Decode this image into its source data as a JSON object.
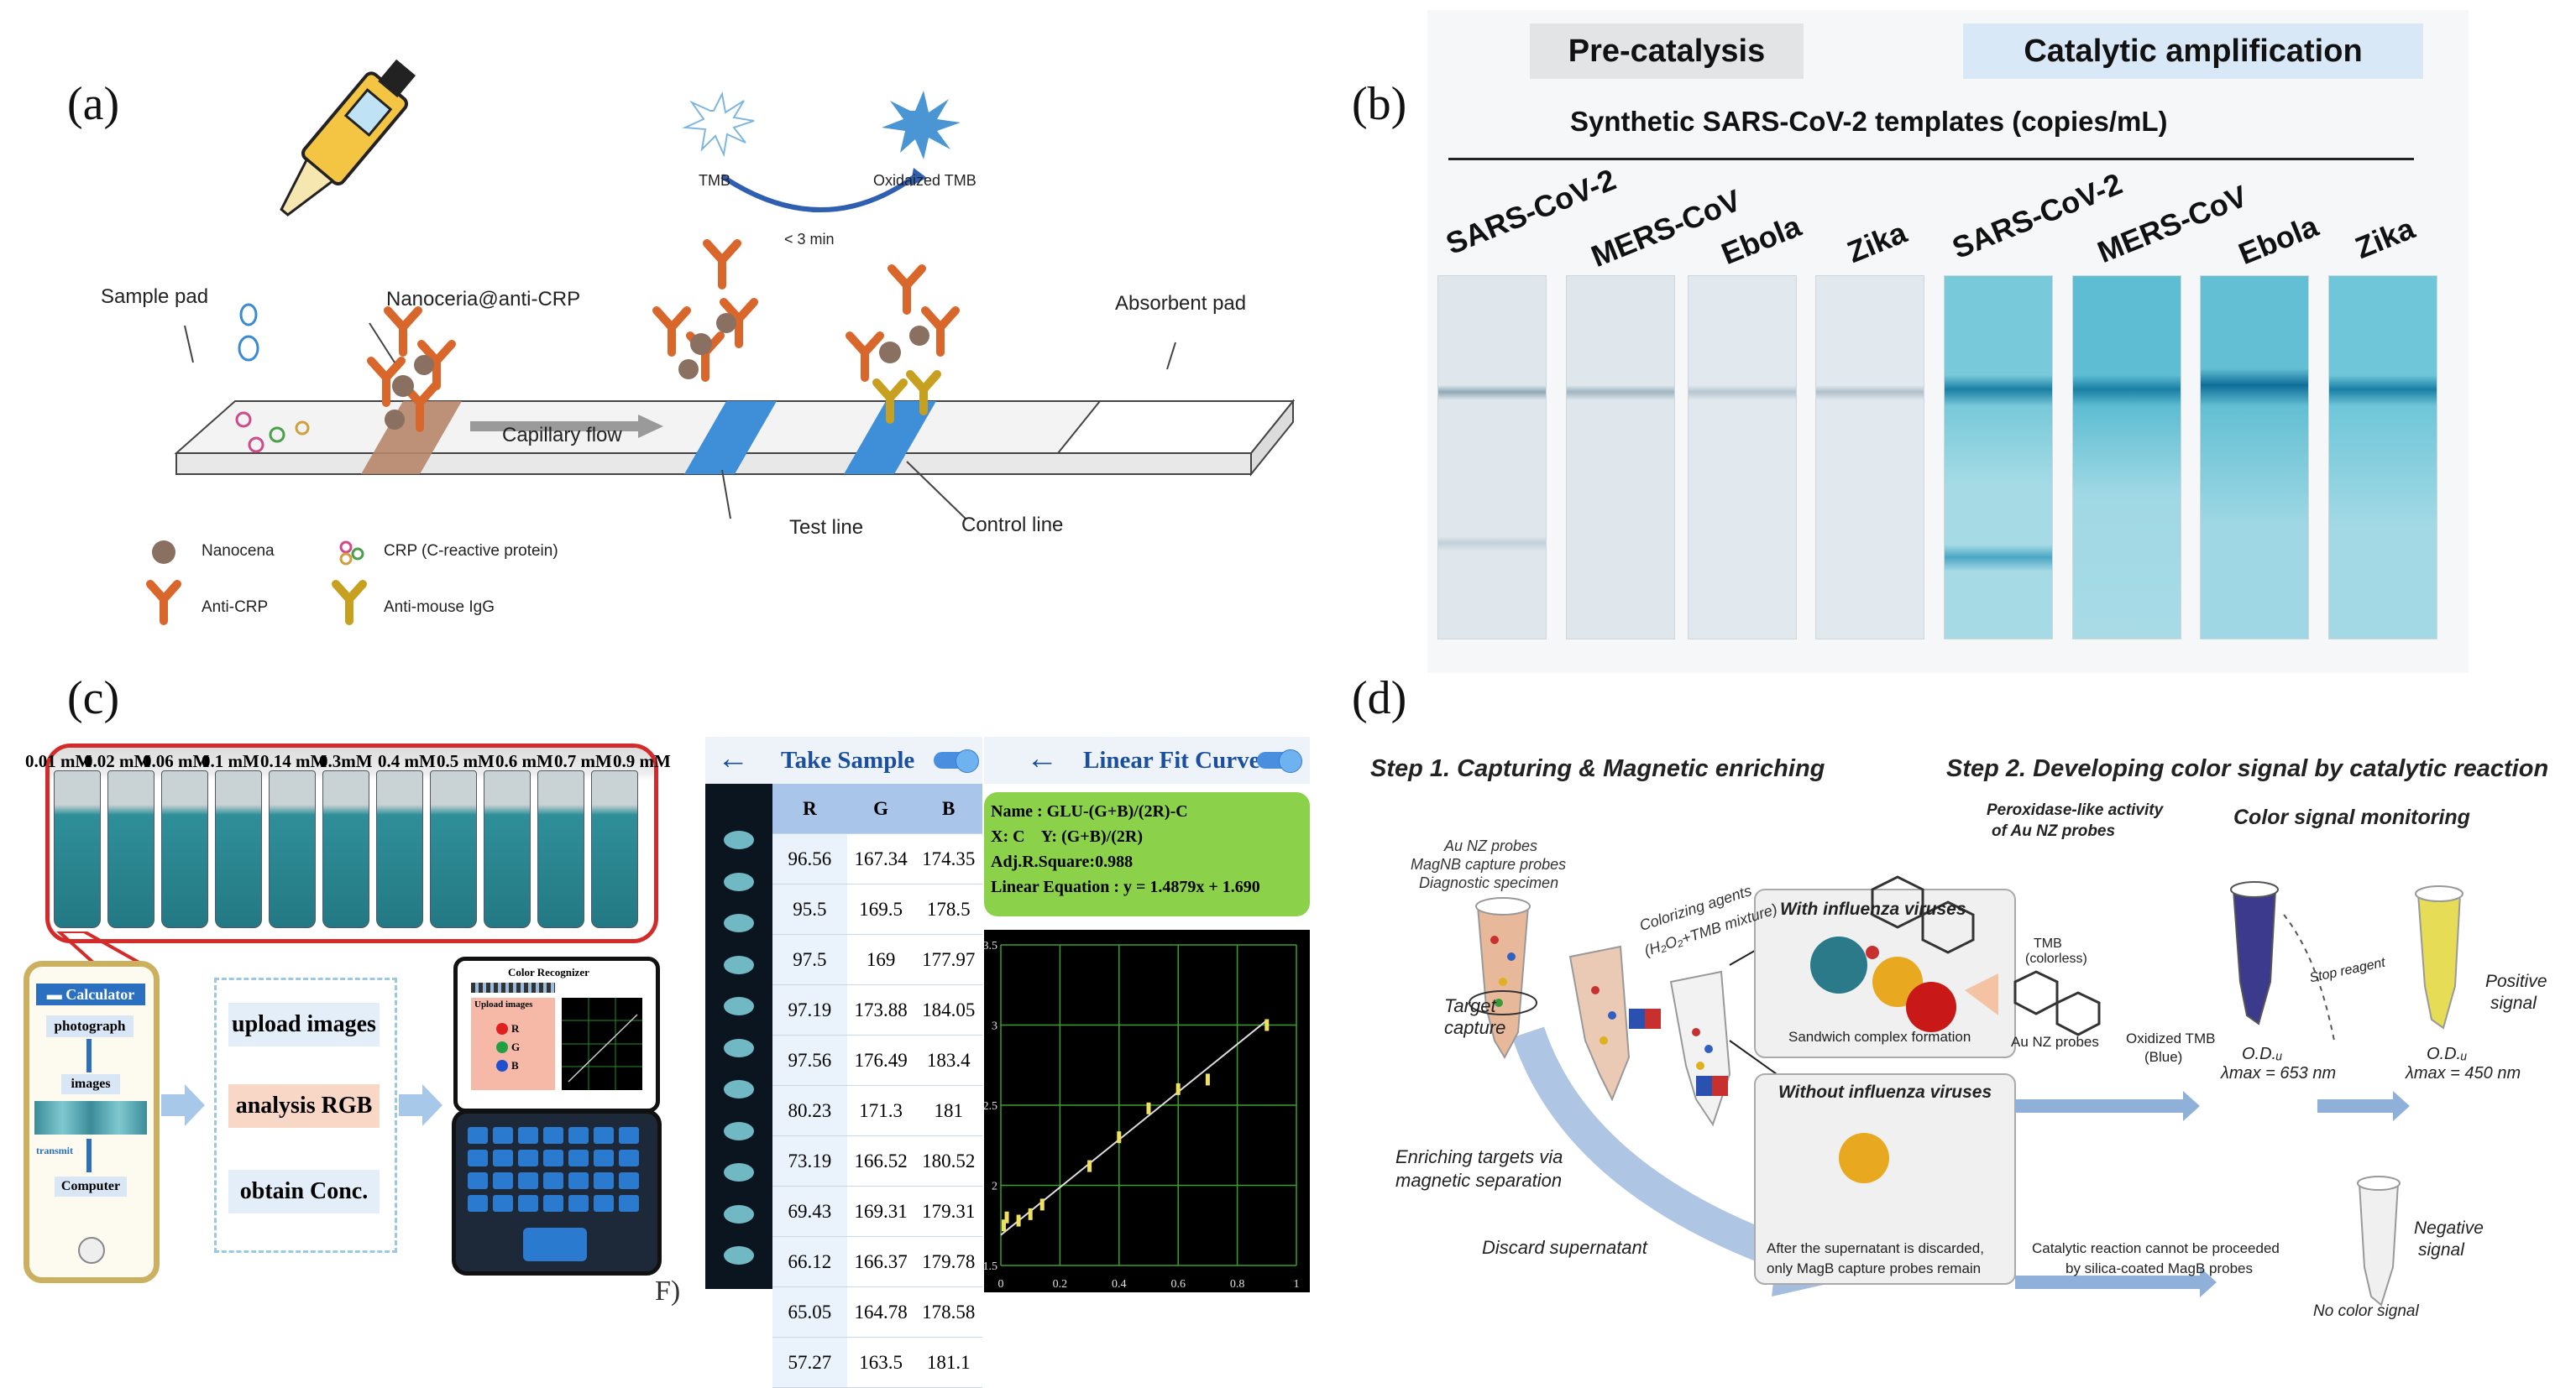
{
  "panel_a": {
    "letter": "(a)",
    "tmb": "TMB",
    "oxidized_tmb": "Oxidaized TMB",
    "time": "< 3 min",
    "sample_pad": "Sample pad",
    "nanoceria_label": "Nanoceria@anti-CRP",
    "absorbent_pad": "Absorbent pad",
    "capillary_flow": "Capillary flow",
    "test_line": "Test line",
    "control_line": "Control line",
    "legend": {
      "nanoceria": "Nanocena",
      "crp": "CRP (C-reactive protein)",
      "anti_crp": "Anti-CRP",
      "anti_mouse": "Anti-mouse IgG"
    },
    "colors": {
      "strip_blue": "#3f8fd8",
      "antibody": "#d9662a",
      "antibody_ctrl": "#c8a020",
      "sample": "#b7856a"
    }
  },
  "panel_b": {
    "letter": "(b)",
    "header_left": "Pre-catalysis",
    "header_right": "Catalytic amplification",
    "subtitle": "Synthetic SARS-CoV-2 templates (copies/mL)",
    "strip_labels": [
      "SARS-CoV-2",
      "MERS-CoV",
      "Ebola",
      "Zika",
      "SARS-CoV-2",
      "MERS-CoV",
      "Ebola",
      "Zika"
    ],
    "colors": {
      "pre": "#dbe4e9",
      "cat": "#6ec7d8",
      "band": "#1a7fa5"
    }
  },
  "panel_c": {
    "letter": "(c)",
    "concentrations": [
      "0.01 mM",
      "0.02 mM",
      "0.06 mM",
      "0.1 mM",
      "0.14 mM",
      "0.3mM",
      "0.4 mM",
      "0.5 mM",
      "0.6 mM",
      "0.7 mM",
      "0.9 mM"
    ],
    "phone": {
      "title": "Calculator",
      "step1": "photograph",
      "step2": "images",
      "step3": "transmit",
      "step4": "Computer"
    },
    "steps": [
      "upload images",
      "analysis RGB",
      "obtain Conc."
    ],
    "laptop": {
      "title": "Color Recognizer",
      "upload": "Upload images",
      "r": "R",
      "g": "G",
      "b": "B"
    },
    "take_sample": "Take Sample",
    "linear_fit": "Linear Fit Curve",
    "arrow": "←",
    "columns": [
      "R",
      "G",
      "B"
    ],
    "rows": [
      [
        "96.56",
        "167.34",
        "174.35"
      ],
      [
        "95.5",
        "169.5",
        "178.5"
      ],
      [
        "97.5",
        "169",
        "177.97"
      ],
      [
        "97.19",
        "173.88",
        "184.05"
      ],
      [
        "97.56",
        "176.49",
        "183.4"
      ],
      [
        "80.23",
        "171.3",
        "181"
      ],
      [
        "73.19",
        "166.52",
        "180.52"
      ],
      [
        "69.43",
        "169.31",
        "179.31"
      ],
      [
        "66.12",
        "166.37",
        "179.78"
      ],
      [
        "65.05",
        "164.78",
        "178.58"
      ],
      [
        "57.27",
        "163.5",
        "181.1"
      ]
    ],
    "fit_info": [
      "Name : GLU-(G+B)/(2R)-C",
      "X: C    Y: (G+B)/(2R)",
      "Adj.R.Square:0.988",
      "Linear Equation : y = 1.4879x + 1.690"
    ],
    "truncated_label": "F)",
    "colors": {
      "frame": "#d42a2a",
      "liquid": "#2f8f99",
      "fit_box": "#8bd24a",
      "plot_bg": "#000000",
      "grid": "#3aa02a",
      "point": "#f0e060"
    }
  },
  "chart_data": {
    "type": "scatter",
    "title": "",
    "xlabel": "",
    "ylabel": "",
    "xlim": [
      0,
      1
    ],
    "ylim": [
      1.5,
      3.5
    ],
    "x_ticks": [
      "0",
      "0.2",
      "0.4",
      "0.6",
      "0.8",
      "1"
    ],
    "y_ticks": [
      "1.5",
      "2",
      "2.5",
      "3",
      "3.5"
    ],
    "x": [
      0.01,
      0.02,
      0.06,
      0.1,
      0.14,
      0.3,
      0.4,
      0.5,
      0.6,
      0.7,
      0.9
    ],
    "y": [
      1.75,
      1.8,
      1.78,
      1.82,
      1.88,
      2.12,
      2.3,
      2.48,
      2.6,
      2.66,
      3.0
    ],
    "fit": {
      "slope": 1.4879,
      "intercept": 1.69
    },
    "grid": true
  },
  "panel_d": {
    "letter": "(d)",
    "step1": "Step 1. Capturing & Magnetic enriching",
    "step2": "Step 2. Developing color signal by catalytic reaction",
    "probes": [
      "Au NZ probes",
      "MagNB capture probes",
      "Diagnostic specimen"
    ],
    "colorizing": [
      "Colorizing agents",
      "(H₂O₂+TMB mixture)"
    ],
    "target_capture": [
      "Target",
      "capture"
    ],
    "enriching": [
      "Enriching targets via",
      "magnetic separation"
    ],
    "discard": "Discard supernatant",
    "with_virus": "With influenza viruses",
    "sandwich": "Sandwich complex formation",
    "without_virus": "Without influenza viruses",
    "without_desc": [
      "After the supernatant is discarded,",
      "only MagB capture probes remain"
    ],
    "peroxidase": [
      "Peroxidase-like activity",
      "of Au NZ probes"
    ],
    "tmb": [
      "TMB",
      "(colorless)"
    ],
    "au_nz": "Au NZ probes",
    "ox_tmb": [
      "Oxidized TMB",
      "(Blue)"
    ],
    "monitoring": "Color signal monitoring",
    "od1": "O.D.ᵤ",
    "lambda1": "λmax = 653 nm",
    "stop": "Stop reagent",
    "od2": "O.D.ᵤ",
    "lambda2": "λmax = 450 nm",
    "positive": [
      "Positive",
      "signal"
    ],
    "negative": [
      "Negative",
      "signal"
    ],
    "no_color": "No color signal",
    "cannot": [
      "Catalytic reaction cannot be proceeded",
      "by silica-coated MagB probes"
    ],
    "colors": {
      "tube_blue": "#3c3a8c",
      "tube_yellow": "#e6dc55",
      "arrow": "#8fb0d8"
    }
  }
}
